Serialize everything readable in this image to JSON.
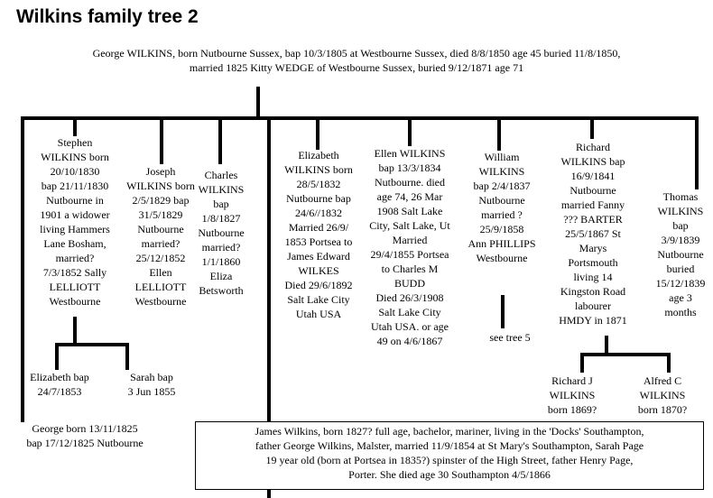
{
  "title": "Wilkins family tree 2",
  "root": "George WILKINS, born Nutbourne Sussex, bap 10/3/1805 at Westbourne Sussex, died 8/8/1850 age 45 buried 11/8/1850,\nmarried 1825 Kitty WEDGE of Westbourne Sussex, buried 9/12/1871 age 71",
  "children": {
    "george": "George born 13/11/1825\nbap 17/12/1825 Nutbourne",
    "stephen": "Stephen\nWILKINS born\n20/10/1830\nbap 21/11/1830\nNutbourne in\n1901 a widower\nliving Hammers\nLane Bosham,\nmarried?\n7/3/1852 Sally\nLELLIOTT\nWestbourne",
    "joseph": "Joseph\nWILKINS born\n2/5/1829 bap\n31/5/1829\nNutbourne\nmarried?\n25/12/1852\nEllen\nLELLIOTT\nWestbourne",
    "charles": "Charles\nWILKINS\nbap\n1/8/1827\nNutbourne\nmarried?\n1/1/1860\nEliza\nBetsworth",
    "elizabeth": "Elizabeth\nWILKINS born\n28/5/1832\nNutbourne bap\n24/6//1832\nMarried 26/9/\n1853 Portsea to\nJames Edward\nWILKES\nDied 29/6/1892\nSalt Lake City\nUtah USA",
    "ellen": "Ellen WILKINS\nbap 13/3/1834\nNutbourne. died\nage 74, 26 Mar\n1908 Salt Lake\nCity, Salt Lake, Ut\nMarried\n29/4/1855 Portsea\nto Charles M\nBUDD\nDied 26/3/1908\nSalt Lake City\nUtah USA. or age\n49 on 4/6/1867",
    "william": "William\nWILKINS\nbap 2/4/1837\nNutbourne\nmarried ?\n25/9/1858\nAnn PHILLIPS\nWestbourne",
    "richard": "Richard\nWILKINS bap\n16/9/1841\nNutbourne\nmarried Fanny\n??? BARTER\n25/5/1867 St\nMarys\nPortsmouth\nliving 14\nKingston Road\nlabourer\nHMDY in 1871",
    "thomas": "Thomas\nWILKINS\nbap\n3/9/1839\nNutbourne\nburied\n15/12/1839\nage 3\nmonths"
  },
  "grandchildren": {
    "elizabeth_bap": "Elizabeth bap\n24/7/1853",
    "sarah_bap": "Sarah bap\n3 Jun 1855",
    "see_tree": "see tree 5",
    "richard_j": "Richard J\nWILKINS\nborn 1869?",
    "alfred_c": "Alfred C\nWILKINS\nborn 1870?"
  },
  "james_note": "James Wilkins, born 1827? full age, bachelor, mariner, living in the 'Docks' Southampton,\nfather George Wilkins, Malster, married 11/9/1854 at St Mary's Southampton, Sarah Page\n19 year old (born at Portsea in 1835?) spinster of the High Street, father Henry Page,\nPorter. She died age 30 Southampton 4/5/1866"
}
